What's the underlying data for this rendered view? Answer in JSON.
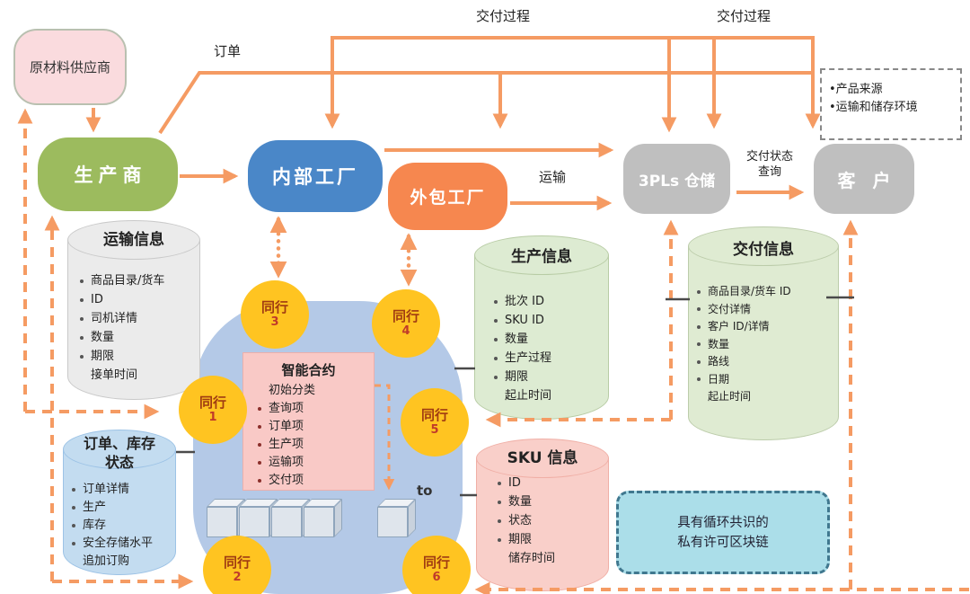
{
  "nodes": {
    "raw_supplier": {
      "label": "原材料供应商"
    },
    "producer": {
      "label": "生产商"
    },
    "internal_factory": {
      "label": "内部工厂"
    },
    "outsourced_factory": {
      "label": "外包工厂"
    },
    "pls_warehouse": {
      "label": "3PLs 仓储"
    },
    "customer": {
      "label": "客 户"
    }
  },
  "edge_labels": {
    "order": "订单",
    "delivery_process_1": "交付过程",
    "delivery_process_2": "交付过程",
    "transport": "运输",
    "delivery_status_query": {
      "line1": "交付状态",
      "line2": "查询"
    },
    "to": "to"
  },
  "databases": {
    "transport_info": {
      "title_lines": [
        "运输信息"
      ],
      "items": [
        {
          "t": "商品目录/货车",
          "b": true
        },
        {
          "t": "ID",
          "b": true
        },
        {
          "t": "司机详情",
          "b": true
        },
        {
          "t": "数量",
          "b": true
        },
        {
          "t": "期限",
          "b": true
        },
        {
          "t": "接单时间",
          "b": false
        }
      ]
    },
    "order_inventory": {
      "title_lines": [
        "订单、库存",
        "状态"
      ],
      "items": [
        {
          "t": "订单详情",
          "b": true
        },
        {
          "t": "生产",
          "b": true
        },
        {
          "t": "库存",
          "b": true
        },
        {
          "t": "安全存储水平",
          "b": true
        },
        {
          "t": "追加订购",
          "b": false
        }
      ]
    },
    "production_info": {
      "title_lines": [
        "生产信息"
      ],
      "items": [
        {
          "t": "批次 ID",
          "b": true
        },
        {
          "t": "SKU ID",
          "b": true
        },
        {
          "t": "数量",
          "b": true
        },
        {
          "t": "生产过程",
          "b": true
        },
        {
          "t": "期限",
          "b": true
        },
        {
          "t": "起止时间",
          "b": false
        }
      ]
    },
    "sku_info": {
      "title_lines": [
        "SKU 信息"
      ],
      "items": [
        {
          "t": "ID",
          "b": true
        },
        {
          "t": "数量",
          "b": true
        },
        {
          "t": "状态",
          "b": true
        },
        {
          "t": "期限",
          "b": true
        },
        {
          "t": "储存时间",
          "b": false
        }
      ]
    },
    "delivery_info": {
      "title_lines": [
        "交付信息"
      ],
      "items": [
        {
          "t": "商品目录/货车 ID",
          "b": true
        },
        {
          "t": "交付详情",
          "b": true
        },
        {
          "t": "客户 ID/详情",
          "b": true
        },
        {
          "t": "数量",
          "b": true
        },
        {
          "t": "路线",
          "b": true
        },
        {
          "t": "日期",
          "b": true
        },
        {
          "t": "起止时间",
          "b": false
        }
      ]
    }
  },
  "smart_contract": {
    "title": "智能合约",
    "items": [
      {
        "t": "初始分类",
        "b": false
      },
      {
        "t": "查询项",
        "b": true
      },
      {
        "t": "订单项",
        "b": true
      },
      {
        "t": "生产项",
        "b": true
      },
      {
        "t": "运输项",
        "b": true
      },
      {
        "t": "交付项",
        "b": true
      }
    ]
  },
  "peers": [
    {
      "label": "同行",
      "num": "1"
    },
    {
      "label": "同行",
      "num": "2"
    },
    {
      "label": "同行",
      "num": "3"
    },
    {
      "label": "同行",
      "num": "4"
    },
    {
      "label": "同行",
      "num": "5"
    },
    {
      "label": "同行",
      "num": "6"
    }
  ],
  "info_box": {
    "items": [
      "•产品来源",
      "•运输和储存环境"
    ]
  },
  "blockchain_box": {
    "lines": [
      "具有循环共识的",
      "私有许可区块链"
    ]
  },
  "colors": {
    "arrow_orange": "#F59B63",
    "peer_gold": "#FFC421",
    "blob_blue": "#B4C9E7",
    "internal_factory_blue": "#4A87C8",
    "producer_green": "#9CBB5E",
    "outsourced_orange": "#F6874F",
    "warehouse_gray": "#BFBFBF",
    "raw_supplier_pink": "#FADBDE",
    "smart_contract_pink": "#F9C9C6",
    "blockchain_teal": "#ABDEE9"
  }
}
